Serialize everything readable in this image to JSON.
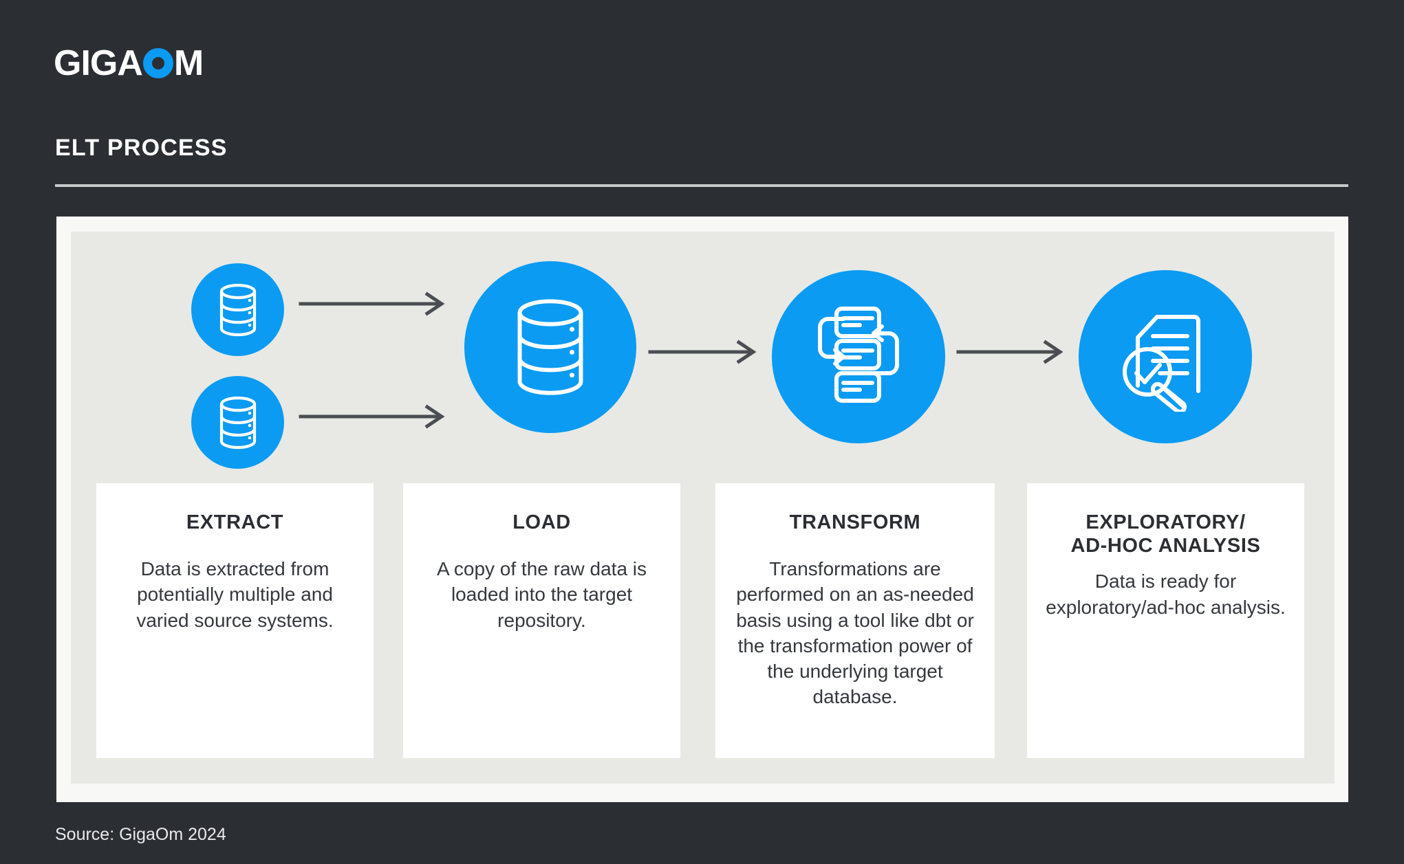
{
  "brand": {
    "logo_part1": "GIGA",
    "logo_o": "O",
    "logo_part2": "M",
    "accent_color": "#0b9bf3",
    "background_color": "#2b2e33"
  },
  "header": {
    "title": "ELT PROCESS"
  },
  "diagram": {
    "panel_bg": "#f8f8f7",
    "inner_bg": "#e8e9e4",
    "arrow_color": "#4a4d52",
    "nodes": [
      {
        "name": "source-database-1",
        "icon": "database-icon",
        "label": ""
      },
      {
        "name": "source-database-2",
        "icon": "database-icon",
        "label": ""
      },
      {
        "name": "target-repository",
        "icon": "database-icon",
        "label": ""
      },
      {
        "name": "transform-process",
        "icon": "transform-icon",
        "label": ""
      },
      {
        "name": "analysis-output",
        "icon": "document-search-icon",
        "label": ""
      }
    ],
    "arrows": [
      {
        "from": "source-database-1",
        "to": "target-repository"
      },
      {
        "from": "source-database-2",
        "to": "target-repository"
      },
      {
        "from": "target-repository",
        "to": "transform-process"
      },
      {
        "from": "transform-process",
        "to": "analysis-output"
      }
    ],
    "cards": [
      {
        "title": "EXTRACT",
        "body": "Data is extracted from potentially multiple and varied source systems."
      },
      {
        "title": "LOAD",
        "body": "A copy of the raw data is loaded into the target repository."
      },
      {
        "title": "TRANSFORM",
        "body": "Transformations are performed on an as-needed basis using a tool like dbt or the transformation power of the underlying target database."
      },
      {
        "title": "EXPLORATORY/\nAD-HOC ANALYSIS",
        "body": "Data is ready for exploratory/ad-hoc analysis."
      }
    ]
  },
  "footer": {
    "source": "Source: GigaOm 2024"
  }
}
